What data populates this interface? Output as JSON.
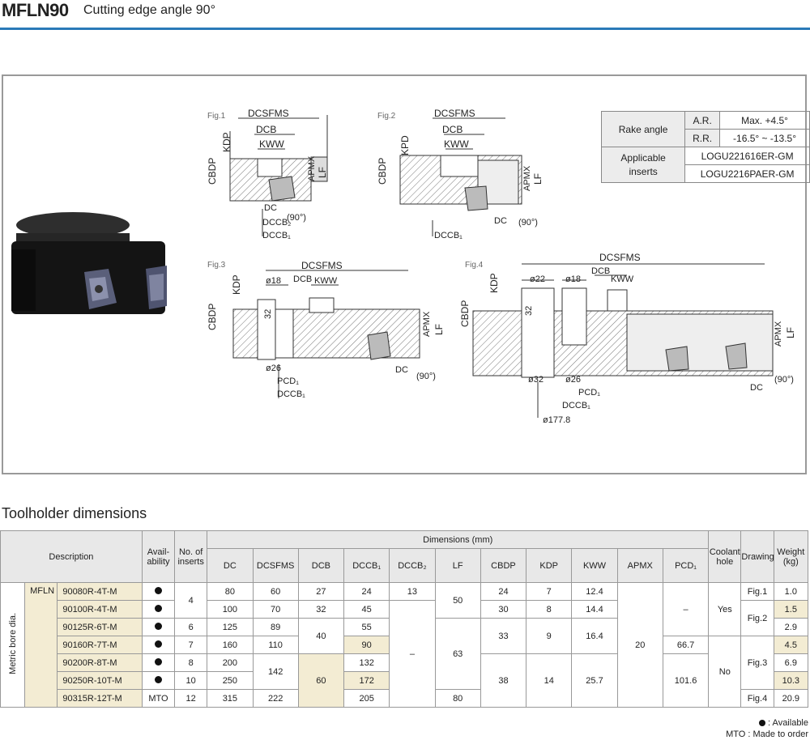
{
  "header": {
    "code": "MFLN90",
    "subtitle": "Cutting edge angle 90°"
  },
  "figures": {
    "labels": [
      "Fig.1",
      "Fig.2",
      "Fig.3",
      "Fig.4"
    ],
    "dims": {
      "dcsfms": "DCSFMS",
      "dcb": "DCB",
      "kww": "KWW",
      "kdp": "KDP",
      "kpd": "KPD",
      "cbdp": "CBDP",
      "apmx": "APMX",
      "lf": "LF",
      "dc": "DC",
      "dccb2": "DCCB₂",
      "dccb1": "DCCB₁",
      "pcd1": "PCD₁",
      "angle": "(90°)",
      "d18": "ø18",
      "d22": "ø22",
      "d26": "ø26",
      "d32": "ø32",
      "d1778": "ø177.8",
      "n32": "32"
    }
  },
  "spec": {
    "rake_label": "Rake angle",
    "ar_label": "A.R.",
    "ar_value": "Max. +4.5°",
    "rr_label": "R.R.",
    "rr_value": "-16.5° ~ -13.5°",
    "inserts_label_1": "Applicable",
    "inserts_label_2": "inserts",
    "insert_1": "LOGU221616ER-GM",
    "insert_2": "LOGU2216PAER-GM"
  },
  "section_title": "Toolholder dimensions",
  "table": {
    "h_description": "Description",
    "h_avail_1": "Avail-",
    "h_avail_2": "ability",
    "h_inserts_1": "No. of",
    "h_inserts_2": "inserts",
    "h_dimensions": "Dimensions (mm)",
    "h_coolant_1": "Coolant",
    "h_coolant_2": "hole",
    "h_drawing": "Drawing",
    "h_weight_1": "Weight",
    "h_weight_2": "(kg)",
    "cols": [
      "DC",
      "DCSFMS",
      "DCB",
      "DCCB₁",
      "DCCB₂",
      "LF",
      "CBDP",
      "KDP",
      "KWW",
      "APMX",
      "PCD₁"
    ],
    "group_label": "Metric bore dia.",
    "series": "MFLN",
    "rows": [
      {
        "desc": "90080R-4T-M",
        "dc": "80",
        "dcsfms": "60",
        "dcb": "27",
        "dccb1": "24",
        "weight": "1.0"
      },
      {
        "desc": "90100R-4T-M",
        "dc": "100",
        "dcsfms": "70",
        "dcb": "32",
        "dccb1": "45",
        "weight": "1.5"
      },
      {
        "desc": "90125R-6T-M",
        "dc": "125",
        "dcsfms": "89",
        "dccb1": "55",
        "weight": "2.9"
      },
      {
        "desc": "90160R-7T-M",
        "dc": "160",
        "dcsfms": "110",
        "dccb1": "90",
        "weight": "4.5"
      },
      {
        "desc": "90200R-8T-M",
        "dc": "200",
        "dccb1": "132",
        "weight": "6.9"
      },
      {
        "desc": "90250R-10T-M",
        "dc": "250",
        "dccb1": "172",
        "weight": "10.3"
      },
      {
        "desc": "90315R-12T-M",
        "dc": "315",
        "dcsfms": "222",
        "dccb1": "205",
        "weight": "20.9"
      }
    ],
    "merged": {
      "ins_4": "4",
      "ins_6": "6",
      "ins_7": "7",
      "ins_8": "8",
      "ins_10": "10",
      "ins_12": "12",
      "mto": "MTO",
      "dcsfms_142": "142",
      "dcb_40": "40",
      "dcb_60": "60",
      "dccb2_13": "13",
      "dccb2_dash": "–",
      "lf_50": "50",
      "lf_63": "63",
      "lf_80": "80",
      "cbdp_24": "24",
      "cbdp_30": "30",
      "cbdp_33": "33",
      "cbdp_38": "38",
      "kdp_7": "7",
      "kdp_8": "8",
      "kdp_9": "9",
      "kdp_14": "14",
      "kww_124": "12.4",
      "kww_144": "14.4",
      "kww_164": "16.4",
      "kww_257": "25.7",
      "apmx_20": "20",
      "pcd_dash": "–",
      "pcd_667": "66.7",
      "pcd_1016": "101.6",
      "cool_yes": "Yes",
      "cool_no": "No",
      "fig1": "Fig.1",
      "fig2": "Fig.2",
      "fig3": "Fig.3",
      "fig4": "Fig.4"
    }
  },
  "legend": {
    "available": ": Available",
    "mto": "MTO : Made to order"
  }
}
